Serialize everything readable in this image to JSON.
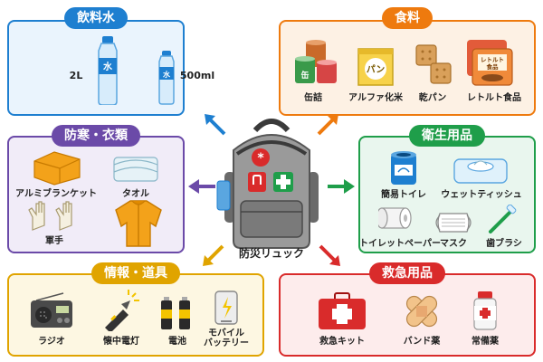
{
  "colors": {
    "water": "#1e7fd0",
    "food": "#ee7a0e",
    "cold": "#6b4aa8",
    "hygiene": "#1f9e4a",
    "tools": "#e0a400",
    "firstaid": "#d92b2b"
  },
  "center": {
    "label": "防災リュック"
  },
  "groups": {
    "water": {
      "title": "飲料水",
      "items": [
        "2L",
        "500ml"
      ]
    },
    "food": {
      "title": "食料",
      "items": [
        "缶詰",
        "アルファ化米",
        "乾パン",
        "レトルト食品"
      ]
    },
    "cold": {
      "title": "防寒・衣類",
      "items": [
        "アルミブランケット",
        "タオル",
        "軍手"
      ]
    },
    "hygiene": {
      "title": "衛生用品",
      "items": [
        "簡易トイレ",
        "ウェットティッシュ",
        "トイレットペーパー",
        "マスク",
        "歯ブラシ"
      ]
    },
    "tools": {
      "title": "情報・道具",
      "items": [
        "ラジオ",
        "懐中電灯",
        "電池",
        "モバイル\nバッテリー"
      ]
    },
    "firstaid": {
      "title": "救急用品",
      "items": [
        "救急キット",
        "バンド薬",
        "常備薬"
      ]
    }
  },
  "icon_text": {
    "water_bottle": "水",
    "rice_pack": "パン",
    "retort": "レトルト\n食品",
    "can": "缶"
  }
}
